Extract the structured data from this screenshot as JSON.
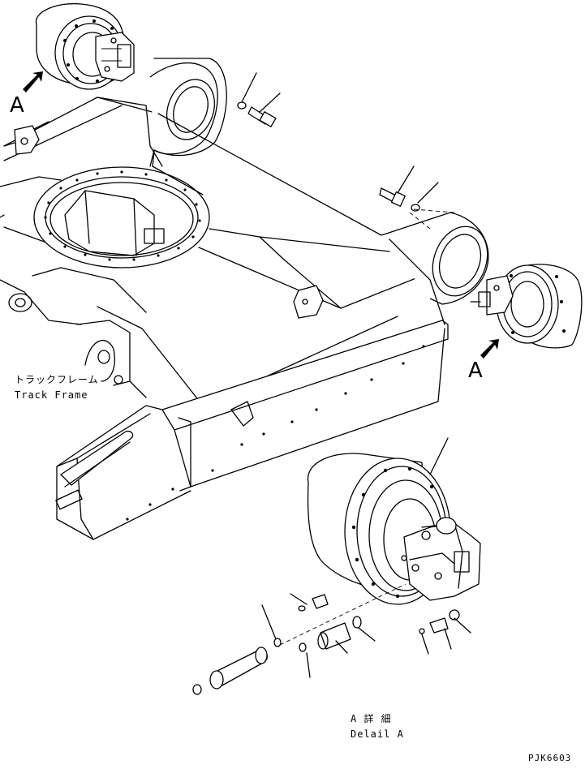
{
  "labels": {
    "track_frame_jp": "トラックフレーム",
    "track_frame_en": "Track Frame",
    "view_a_left": "A",
    "view_a_right": "A",
    "detail_jp": "A 詳 細",
    "detail_en": "Delail A",
    "drawing_code": "PJK6603"
  },
  "icons": [
    "view-arrow-icon",
    "view-arrow-icon"
  ],
  "colors": {
    "ink": "#000000",
    "paper": "#ffffff"
  }
}
